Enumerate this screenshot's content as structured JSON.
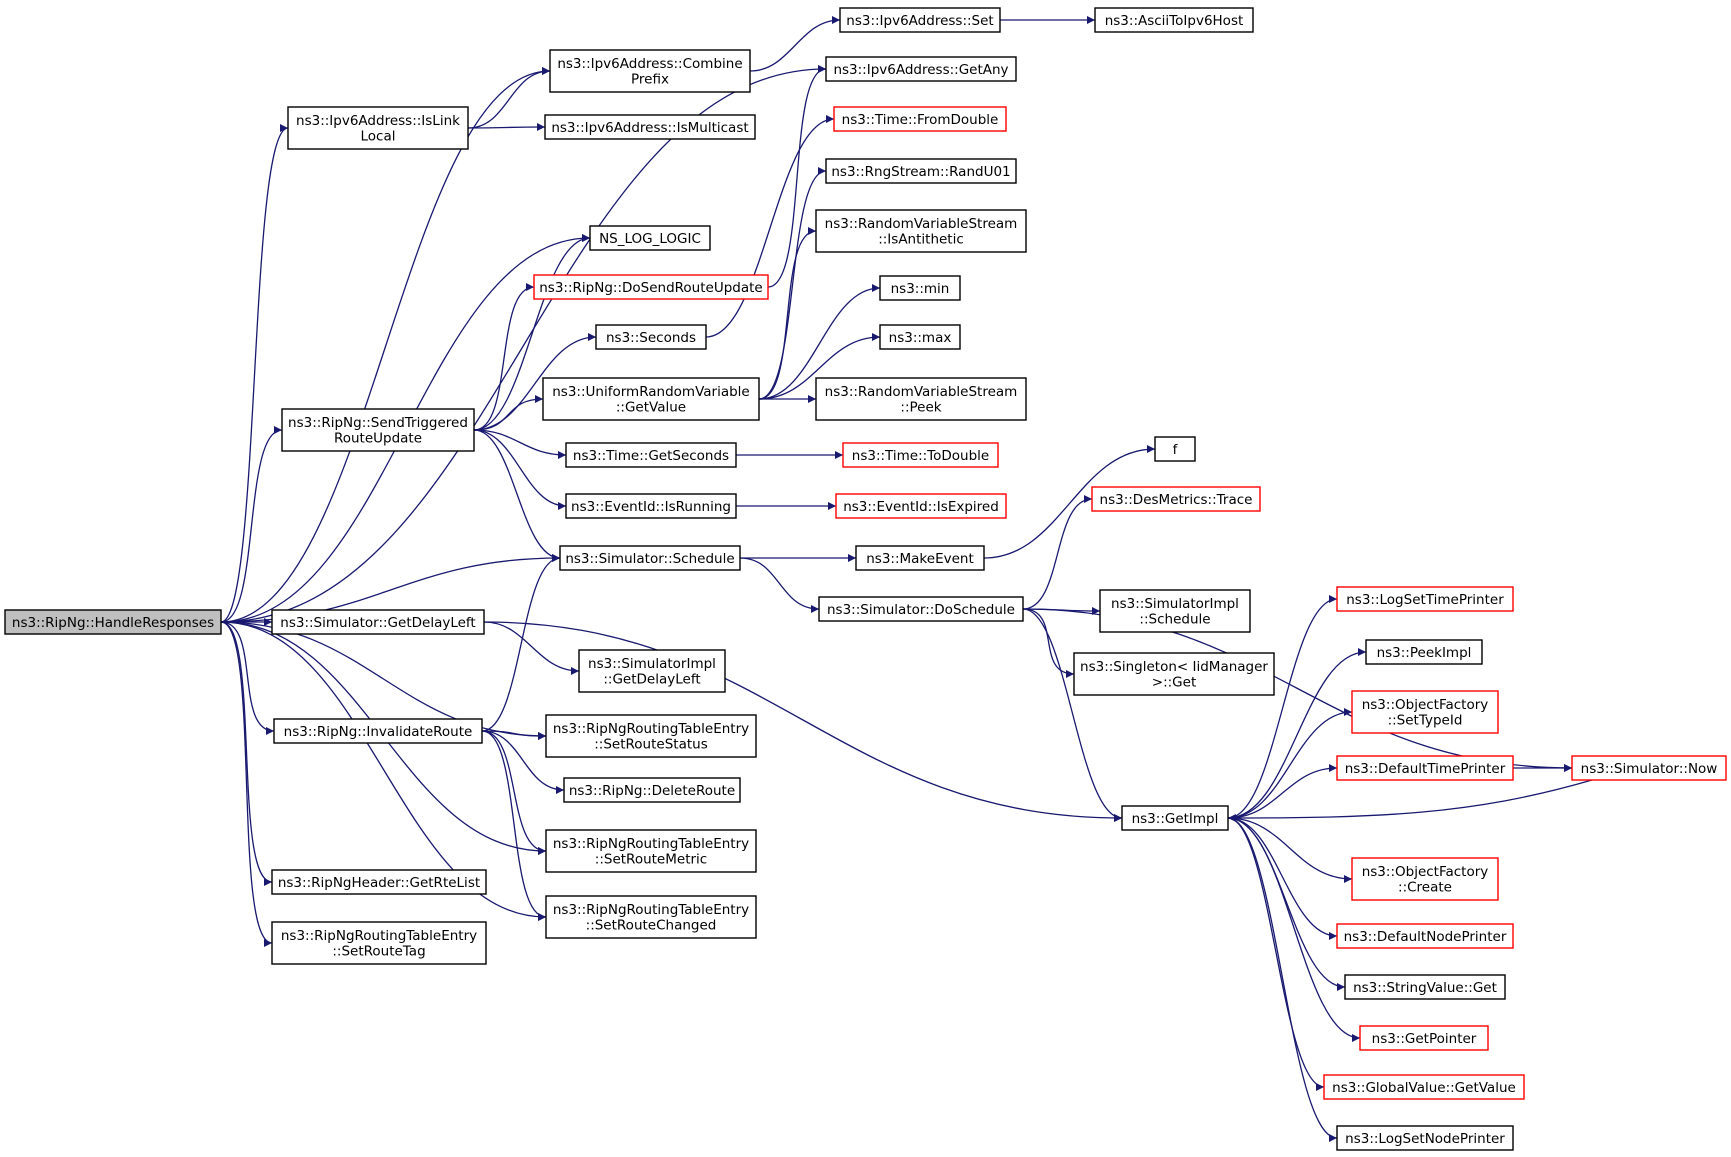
{
  "colors": {
    "edge": "#191970",
    "root_fill": "#bfbfbf",
    "fill": "#ffffff",
    "normal_border": "#000000",
    "truncated_border": "#ff0000"
  },
  "nodes": [
    {
      "id": "handle",
      "lines": [
        "ns3::RipNg::HandleResponses"
      ],
      "root": true
    },
    {
      "id": "islink",
      "lines": [
        "ns3::Ipv6Address::IsLink",
        "Local"
      ]
    },
    {
      "id": "combine",
      "lines": [
        "ns3::Ipv6Address::Combine",
        "Prefix"
      ]
    },
    {
      "id": "set",
      "lines": [
        "ns3::Ipv6Address::Set"
      ]
    },
    {
      "id": "ascii",
      "lines": [
        "ns3::AsciiToIpv6Host"
      ]
    },
    {
      "id": "getany",
      "lines": [
        "ns3::Ipv6Address::GetAny"
      ]
    },
    {
      "id": "ismcast",
      "lines": [
        "ns3::Ipv6Address::IsMulticast"
      ]
    },
    {
      "id": "fromdouble",
      "lines": [
        "ns3::Time::FromDouble"
      ],
      "truncated": true
    },
    {
      "id": "randu01",
      "lines": [
        "ns3::RngStream::RandU01"
      ]
    },
    {
      "id": "isanti",
      "lines": [
        "ns3::RandomVariableStream",
        "::IsAntithetic"
      ]
    },
    {
      "id": "nslog",
      "lines": [
        "NS_LOG_LOGIC"
      ]
    },
    {
      "id": "dosend",
      "lines": [
        "ns3::RipNg::DoSendRouteUpdate"
      ],
      "truncated": true
    },
    {
      "id": "min",
      "lines": [
        "ns3::min"
      ]
    },
    {
      "id": "seconds",
      "lines": [
        "ns3::Seconds"
      ]
    },
    {
      "id": "max",
      "lines": [
        "ns3::max"
      ]
    },
    {
      "id": "urv",
      "lines": [
        "ns3::UniformRandomVariable",
        "::GetValue"
      ]
    },
    {
      "id": "peek",
      "lines": [
        "ns3::RandomVariableStream",
        "::Peek"
      ]
    },
    {
      "id": "sendtrig",
      "lines": [
        "ns3::RipNg::SendTriggered",
        "RouteUpdate"
      ]
    },
    {
      "id": "getsec",
      "lines": [
        "ns3::Time::GetSeconds"
      ]
    },
    {
      "id": "todouble",
      "lines": [
        "ns3::Time::ToDouble"
      ],
      "truncated": true
    },
    {
      "id": "f",
      "lines": [
        "f"
      ]
    },
    {
      "id": "isrun",
      "lines": [
        "ns3::EventId::IsRunning"
      ]
    },
    {
      "id": "isexp",
      "lines": [
        "ns3::EventId::IsExpired"
      ],
      "truncated": true
    },
    {
      "id": "trace",
      "lines": [
        "ns3::DesMetrics::Trace"
      ],
      "truncated": true
    },
    {
      "id": "sched",
      "lines": [
        "ns3::Simulator::Schedule"
      ]
    },
    {
      "id": "makeev",
      "lines": [
        "ns3::MakeEvent"
      ]
    },
    {
      "id": "dosched",
      "lines": [
        "ns3::Simulator::DoSchedule"
      ]
    },
    {
      "id": "simimplsched",
      "lines": [
        "ns3::SimulatorImpl",
        "::Schedule"
      ]
    },
    {
      "id": "logtime",
      "lines": [
        "ns3::LogSetTimePrinter"
      ],
      "truncated": true
    },
    {
      "id": "getdelay",
      "lines": [
        "ns3::Simulator::GetDelayLeft"
      ]
    },
    {
      "id": "simimpldelay",
      "lines": [
        "ns3::SimulatorImpl",
        "::GetDelayLeft"
      ]
    },
    {
      "id": "singleton",
      "lines": [
        "ns3::Singleton< IidManager",
        ">::Get"
      ]
    },
    {
      "id": "peekimpl",
      "lines": [
        "ns3::PeekImpl"
      ]
    },
    {
      "id": "objfacttype",
      "lines": [
        "ns3::ObjectFactory",
        "::SetTypeId"
      ],
      "truncated": true
    },
    {
      "id": "invroute",
      "lines": [
        "ns3::RipNg::InvalidateRoute"
      ]
    },
    {
      "id": "setstatus",
      "lines": [
        "ns3::RipNgRoutingTableEntry",
        "::SetRouteStatus"
      ]
    },
    {
      "id": "deftime",
      "lines": [
        "ns3::DefaultTimePrinter"
      ],
      "truncated": true
    },
    {
      "id": "now",
      "lines": [
        "ns3::Simulator::Now"
      ],
      "truncated": true
    },
    {
      "id": "delroute",
      "lines": [
        "ns3::RipNg::DeleteRoute"
      ]
    },
    {
      "id": "getimpl",
      "lines": [
        "ns3::GetImpl"
      ]
    },
    {
      "id": "setmetric",
      "lines": [
        "ns3::RipNgRoutingTableEntry",
        "::SetRouteMetric"
      ]
    },
    {
      "id": "objfactcreate",
      "lines": [
        "ns3::ObjectFactory",
        "::Create"
      ],
      "truncated": true
    },
    {
      "id": "getrte",
      "lines": [
        "ns3::RipNgHeader::GetRteList"
      ]
    },
    {
      "id": "setchanged",
      "lines": [
        "ns3::RipNgRoutingTableEntry",
        "::SetRouteChanged"
      ]
    },
    {
      "id": "defnode",
      "lines": [
        "ns3::DefaultNodePrinter"
      ],
      "truncated": true
    },
    {
      "id": "settag",
      "lines": [
        "ns3::RipNgRoutingTableEntry",
        "::SetRouteTag"
      ]
    },
    {
      "id": "strget",
      "lines": [
        "ns3::StringValue::Get"
      ]
    },
    {
      "id": "getptr",
      "lines": [
        "ns3::GetPointer"
      ],
      "truncated": true
    },
    {
      "id": "gvget",
      "lines": [
        "ns3::GlobalValue::GetValue"
      ],
      "truncated": true
    },
    {
      "id": "lognode",
      "lines": [
        "ns3::LogSetNodePrinter"
      ]
    }
  ],
  "edges": [
    [
      "handle",
      "islink"
    ],
    [
      "handle",
      "combine"
    ],
    [
      "handle",
      "getany"
    ],
    [
      "handle",
      "nslog"
    ],
    [
      "handle",
      "sendtrig"
    ],
    [
      "handle",
      "sched"
    ],
    [
      "handle",
      "getdelay"
    ],
    [
      "handle",
      "invroute"
    ],
    [
      "handle",
      "setstatus"
    ],
    [
      "handle",
      "setmetric"
    ],
    [
      "handle",
      "setchanged"
    ],
    [
      "handle",
      "getrte"
    ],
    [
      "handle",
      "settag"
    ],
    [
      "islink",
      "combine"
    ],
    [
      "islink",
      "ismcast"
    ],
    [
      "combine",
      "set"
    ],
    [
      "set",
      "ascii"
    ],
    [
      "sendtrig",
      "nslog"
    ],
    [
      "sendtrig",
      "dosend"
    ],
    [
      "sendtrig",
      "seconds"
    ],
    [
      "sendtrig",
      "urv"
    ],
    [
      "sendtrig",
      "getsec"
    ],
    [
      "sendtrig",
      "isrun"
    ],
    [
      "sendtrig",
      "sched"
    ],
    [
      "dosend",
      "getany"
    ],
    [
      "seconds",
      "fromdouble"
    ],
    [
      "urv",
      "randu01"
    ],
    [
      "urv",
      "isanti"
    ],
    [
      "urv",
      "min"
    ],
    [
      "urv",
      "max"
    ],
    [
      "urv",
      "peek"
    ],
    [
      "getsec",
      "todouble"
    ],
    [
      "isrun",
      "isexp"
    ],
    [
      "sched",
      "makeev"
    ],
    [
      "sched",
      "dosched"
    ],
    [
      "makeev",
      "f"
    ],
    [
      "dosched",
      "trace"
    ],
    [
      "dosched",
      "now"
    ],
    [
      "dosched",
      "simimplsched"
    ],
    [
      "dosched",
      "singleton"
    ],
    [
      "dosched",
      "getimpl"
    ],
    [
      "getdelay",
      "simimpldelay"
    ],
    [
      "getdelay",
      "getimpl"
    ],
    [
      "invroute",
      "sched"
    ],
    [
      "invroute",
      "setstatus"
    ],
    [
      "invroute",
      "delroute"
    ],
    [
      "invroute",
      "setmetric"
    ],
    [
      "invroute",
      "setchanged"
    ],
    [
      "getimpl",
      "logtime"
    ],
    [
      "getimpl",
      "peekimpl"
    ],
    [
      "getimpl",
      "objfacttype"
    ],
    [
      "getimpl",
      "deftime"
    ],
    [
      "getimpl",
      "objfactcreate"
    ],
    [
      "getimpl",
      "defnode"
    ],
    [
      "getimpl",
      "strget"
    ],
    [
      "getimpl",
      "getptr"
    ],
    [
      "getimpl",
      "gvget"
    ],
    [
      "getimpl",
      "lognode"
    ],
    [
      "deftime",
      "now"
    ],
    [
      "now",
      "getimpl"
    ]
  ]
}
